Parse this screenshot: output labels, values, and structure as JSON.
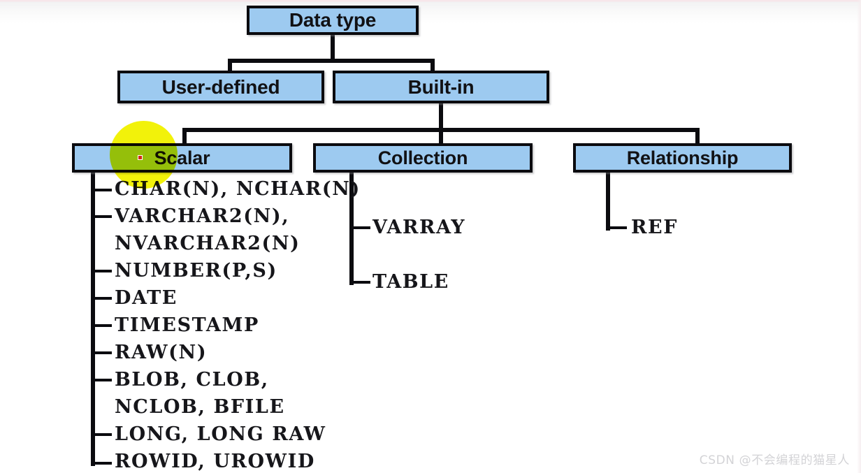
{
  "diagram": {
    "title_node": {
      "label": "Data type"
    },
    "level2": [
      {
        "label": "User-defined"
      },
      {
        "label": "Built-in"
      }
    ],
    "level3": [
      {
        "label": "Scalar"
      },
      {
        "label": "Collection"
      },
      {
        "label": "Relationship"
      }
    ],
    "scalar_types": [
      "CHAR(N), NCHAR(N)",
      "VARCHAR2(N),",
      "NVARCHAR2(N)",
      "NUMBER(P,S)",
      "DATE",
      "TIMESTAMP",
      "RAW(N)",
      "BLOB, CLOB,",
      "NCLOB, BFILE",
      "LONG, LONG RAW",
      "ROWID, UROWID"
    ],
    "collection_types": [
      "VARRAY",
      "TABLE"
    ],
    "relationship_types": [
      "REF"
    ]
  },
  "annotation": {
    "highlight_color": "#F2F20A",
    "cursor_color": "#D42A12",
    "highlight_target": "Scalar"
  },
  "theme": {
    "box_fill": "#9DCAF0",
    "line_color": "#0B0B0F",
    "page_background": "#FFFFFF"
  },
  "watermark": {
    "text": "CSDN @不会编程的猫星人"
  }
}
